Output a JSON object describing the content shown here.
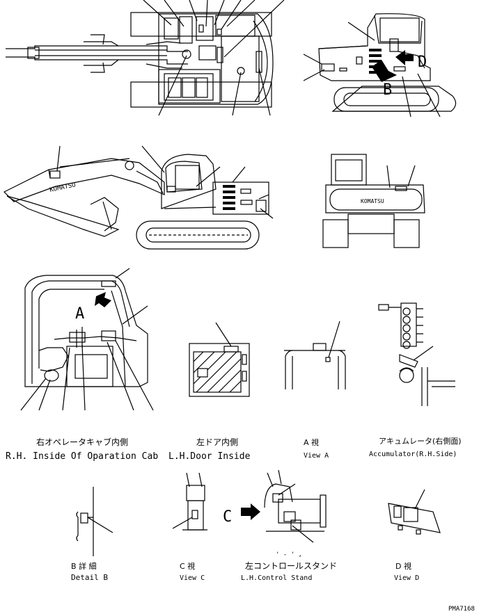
{
  "views": {
    "rh_cab": {
      "title_jp": "右オペレータキャブ内側",
      "title_en": "R.H. Inside Of Oparation Cab"
    },
    "lh_door": {
      "title_jp": "左ドア内側",
      "title_en": "L.H.Door Inside"
    },
    "view_a": {
      "title_jp": "A 視",
      "title_en": "View A"
    },
    "accumulator": {
      "title_jp": "アキュムレータ(右側面)",
      "title_en": "Accumulator(R.H.Side)"
    },
    "detail_b": {
      "title_jp": "B 詳 細",
      "title_en": "Detail B"
    },
    "view_c": {
      "title_jp": "C 視",
      "title_en": "View C"
    },
    "lh_control": {
      "title_jp": "左コントロールスタンド",
      "title_en": "L.H.Control Stand"
    },
    "view_d": {
      "title_jp": "D 視",
      "title_en": "View D"
    }
  },
  "callouts": {
    "a": "A",
    "b": "B",
    "c": "C",
    "d": "D"
  },
  "brand": {
    "boom_text": "KOMATSU",
    "rear_text": "KOMATSU"
  },
  "figure_code": "PMA7168",
  "faint_marks": "' - ' ,"
}
